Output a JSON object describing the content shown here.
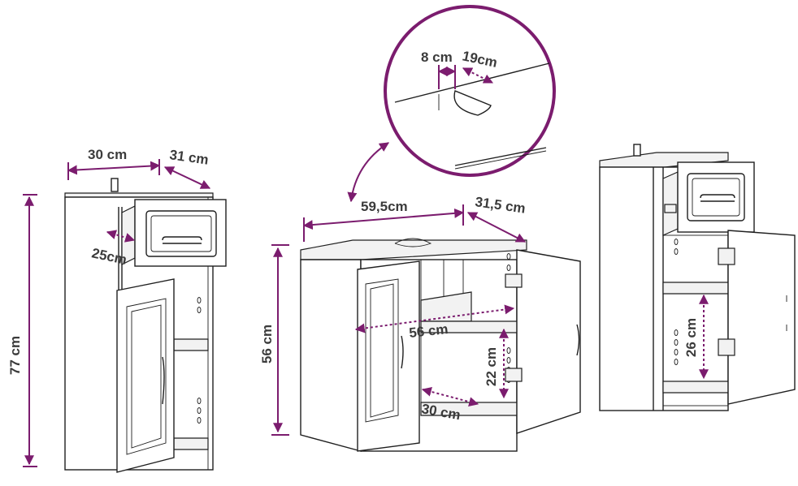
{
  "colors": {
    "accent": "#7b1c6e",
    "line": "#1f1f1f"
  },
  "labels": {
    "left_width": "30 cm",
    "left_depth": "31 cm",
    "left_height": "77 cm",
    "left_drawer_depth": "25cm",
    "mid_width": "59,5cm",
    "mid_depth": "31,5 cm",
    "mid_height": "56 cm",
    "mid_inner_width": "56 cm",
    "mid_inner_height": "22 cm",
    "mid_shelf_depth": "30 cm",
    "zoom_cutout_width": "8 cm",
    "zoom_cutout_length": "19cm",
    "right_shelf_height": "26 cm"
  }
}
